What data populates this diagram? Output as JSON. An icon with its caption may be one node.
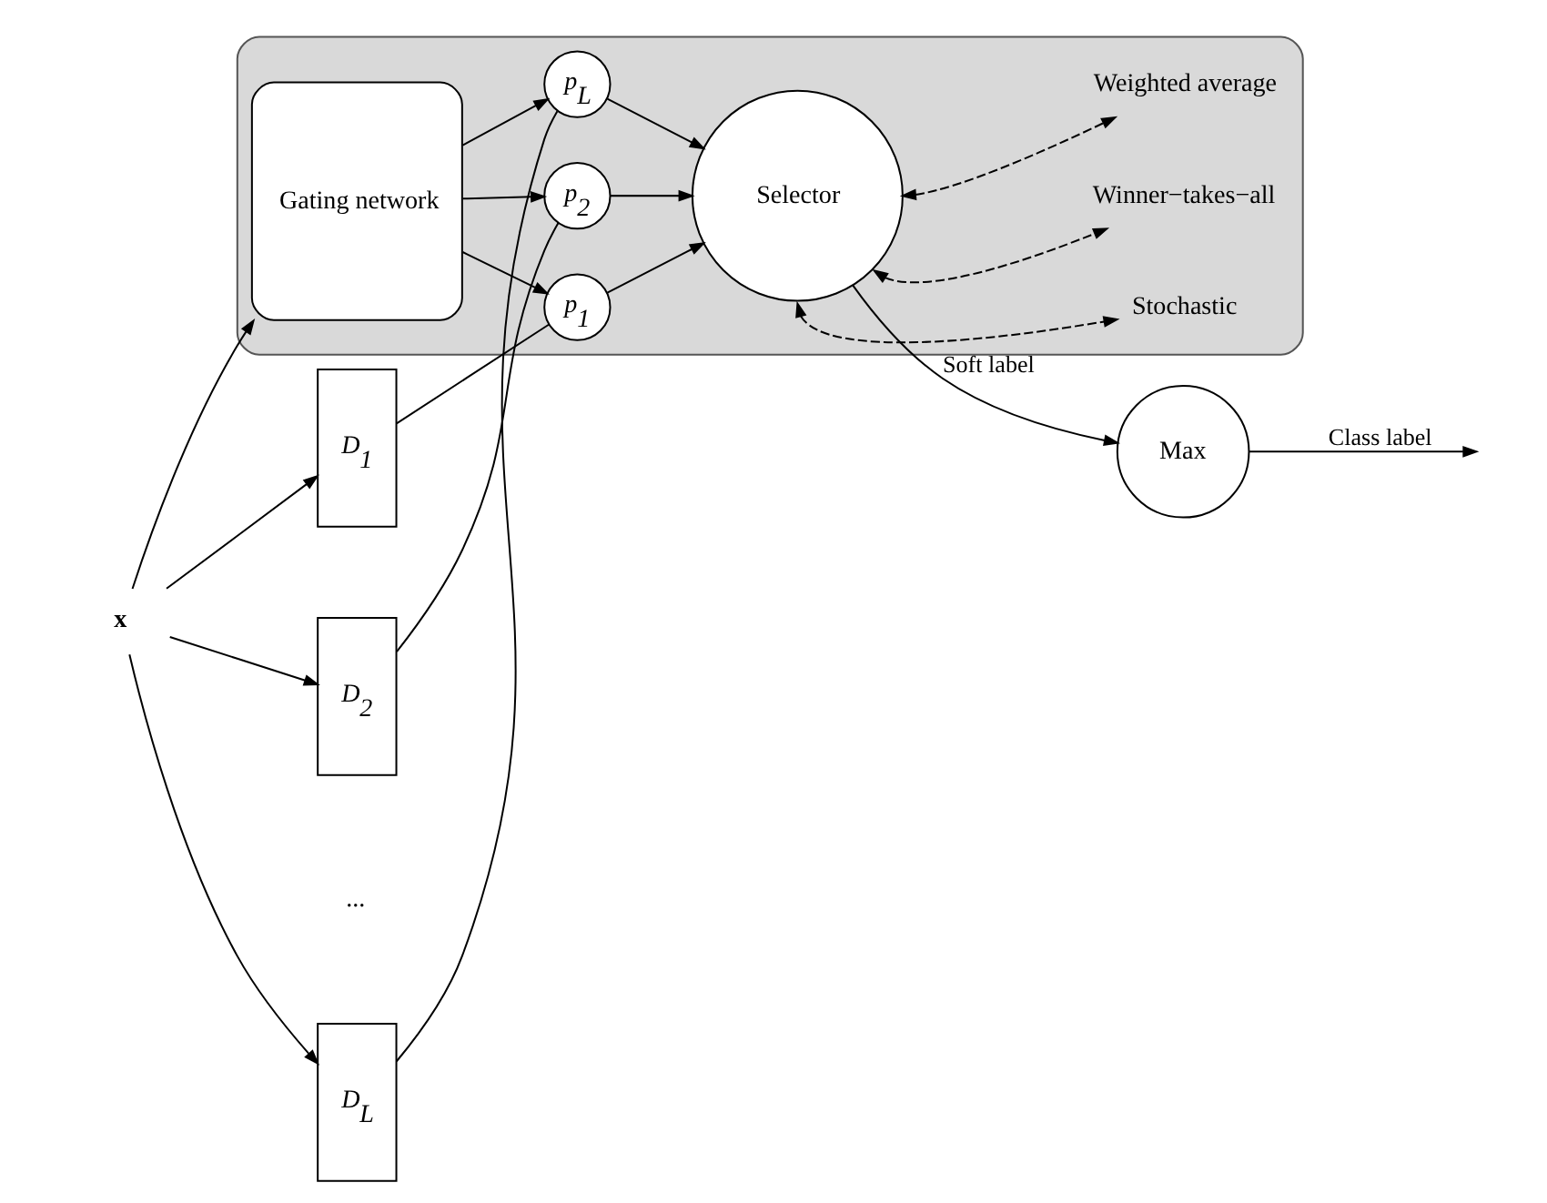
{
  "diagram": {
    "nodes": [
      {
        "text": [
          "x"
        ]
      },
      {
        "text": [
          "D$_{1}$"
        ]
      },
      {
        "text": [
          "D$_{2}$"
        ]
      },
      {
        "text": [
          "D$_{L}$"
        ]
      },
      {
        "text": [],
        "shape": "box"
      },
      {
        "text": [
          "p$_{1}$"
        ],
        "in": 4
      },
      {
        "text": [
          "p$_{2}$"
        ],
        "in": 4
      },
      {
        "text": [
          "p$_{L}$"
        ],
        "in": 4
      },
      {
        "text": [
          "Selector"
        ],
        "in": 4
      },
      {
        "text": [
          "Gating network"
        ],
        "in": 4
      },
      {
        "text": [
          "Stochastic"
        ],
        "in": 4
      },
      {
        "text": [
          "Winner−takes−all"
        ],
        "in": 4
      },
      {
        "text": [
          "Weighted average"
        ],
        "in": 4
      },
      {
        "text": [
          "Max"
        ]
      }
    ],
    "edges": [
      {
        "from": 0,
        "to": 1,
        "arrow": "to"
      },
      {
        "from": 0,
        "to": 2,
        "arrow": "to"
      },
      {
        "from": 0,
        "to": 3,
        "arrow": "to"
      },
      {
        "from": 0,
        "to": 9,
        "arrow": "to"
      },
      {
        "from": 1,
        "to": 5,
        "arrow": "none"
      },
      {
        "from": 2,
        "to": 6,
        "arrow": "none"
      },
      {
        "from": 3,
        "to": 7,
        "arrow": "none"
      },
      {
        "from": 5,
        "to": 8,
        "arrow": "to"
      },
      {
        "from": 6,
        "to": 8,
        "arrow": "to"
      },
      {
        "from": 7,
        "to": 8,
        "arrow": "to"
      },
      {
        "from": 9,
        "to": 7,
        "arrow": "to"
      },
      {
        "from": 9,
        "to": 6,
        "arrow": "to"
      },
      {
        "from": 9,
        "to": 5,
        "arrow": "to"
      },
      {
        "from": 8,
        "to": 10,
        "arrow": "both",
        "style": "dashed"
      },
      {
        "from": 8,
        "to": 11,
        "arrow": "both",
        "style": "dashed"
      },
      {
        "from": 8,
        "to": 12,
        "arrow": "both",
        "style": "dashed"
      },
      {
        "from": 8,
        "to": 13,
        "arrow": "to",
        "label": "Soft label"
      },
      {
        "from": 13,
        "to": null,
        "arrow": "to",
        "label": "Class label"
      }
    ],
    "labels": [
      "..."
    ]
  }
}
